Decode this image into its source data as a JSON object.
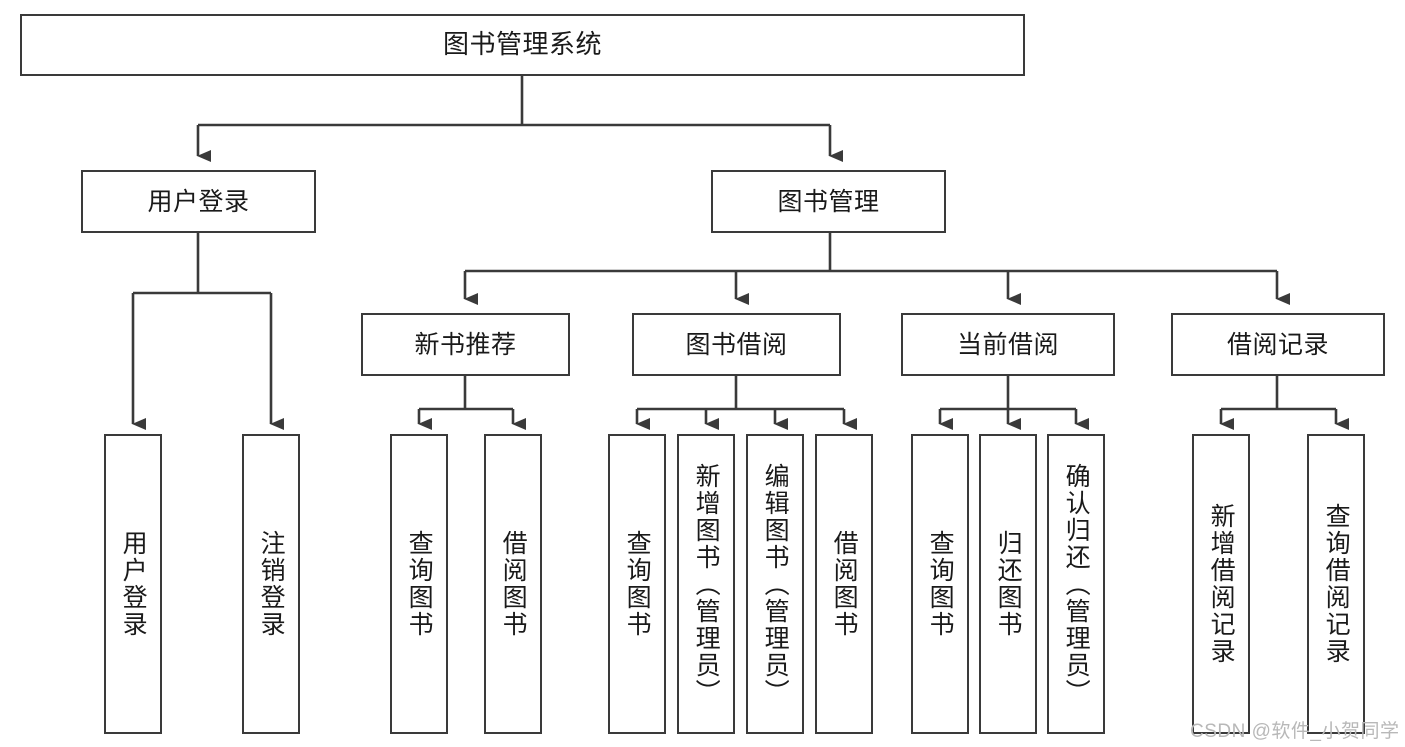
{
  "diagram": {
    "title": "图书管理系统",
    "type": "tree-hierarchy-chart",
    "root": {
      "label": "图书管理系统"
    },
    "tier2": [
      {
        "label": "用户登录"
      },
      {
        "label": "图书管理"
      }
    ],
    "tier3": [
      {
        "label": "新书推荐"
      },
      {
        "label": "图书借阅"
      },
      {
        "label": "当前借阅"
      },
      {
        "label": "借阅记录"
      }
    ],
    "leaves": {
      "user_login": [
        {
          "label": "用户登录"
        },
        {
          "label": "注销登录"
        }
      ],
      "new_book_recommend": [
        {
          "label": "查询图书"
        },
        {
          "label": "借阅图书"
        }
      ],
      "book_borrow": [
        {
          "label": "查询图书"
        },
        {
          "label": "新增图书（管理员）"
        },
        {
          "label": "编辑图书（管理员）"
        },
        {
          "label": "借阅图书"
        }
      ],
      "current_borrow": [
        {
          "label": "查询图书"
        },
        {
          "label": "归还图书"
        },
        {
          "label": "确认归还（管理员）"
        }
      ],
      "borrow_record": [
        {
          "label": "新增借阅记录"
        },
        {
          "label": "查询借阅记录"
        }
      ]
    }
  },
  "watermark": {
    "text": "CSDN @软件_小贺同学"
  },
  "colors": {
    "stroke": "#3a3a3a",
    "fill": "#ffffff",
    "text": "#1a1a1a",
    "watermark": "#b8b8b8"
  }
}
